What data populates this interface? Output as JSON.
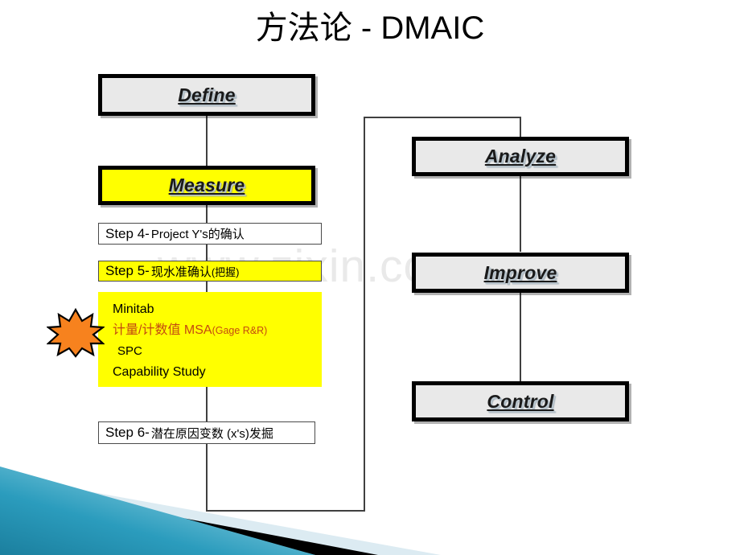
{
  "slide": {
    "title": "方法论 - DMAIC",
    "watermark": "www.zixin.com.cn",
    "background_color": "#ffffff"
  },
  "colors": {
    "phase_fill": "#e9e9e9",
    "highlight_yellow": "#ffff00",
    "msa_orange": "#c44a10",
    "burst_fill": "#f7821e",
    "deco_teal": "#1f87a8",
    "deco_pale": "#dcebf2",
    "deco_black": "#000000",
    "border_black": "#000000",
    "connector_gray": "#404040"
  },
  "left_column": {
    "define": {
      "label": "Define",
      "style": "phase",
      "fill": "#e9e9e9"
    },
    "measure": {
      "label": "Measure",
      "style": "phase",
      "fill": "#ffff00"
    },
    "step4": {
      "head": "Step 4-",
      "tail": "Project Y's的确认",
      "fill": "#ffffff"
    },
    "step5": {
      "head": "Step 5-",
      "tail": "现水准确认",
      "small": "(把握)",
      "fill": "#ffff00"
    },
    "tools": {
      "fill": "#ffff00",
      "lines": [
        {
          "text": "Minitab",
          "color": "#000000"
        },
        {
          "cn": "计量/计数值",
          "en": " MSA",
          "paren": "(Gage R&R)",
          "color": "#c44a10"
        },
        {
          "text": "SPC",
          "color": "#000000"
        },
        {
          "text": "Capability Study",
          "color": "#000000"
        }
      ]
    },
    "step6": {
      "head": "Step 6-",
      "tail": "潜在原因变数 (x's)发掘",
      "fill": "#ffffff"
    }
  },
  "right_column": {
    "analyze": {
      "label": "Analyze",
      "style": "phase",
      "fill": "#e9e9e9"
    },
    "improve": {
      "label": "Improve",
      "style": "phase",
      "fill": "#e9e9e9"
    },
    "control": {
      "label": "Control",
      "style": "phase",
      "fill": "#e9e9e9"
    }
  },
  "icons": {
    "burst": "starburst-icon"
  }
}
